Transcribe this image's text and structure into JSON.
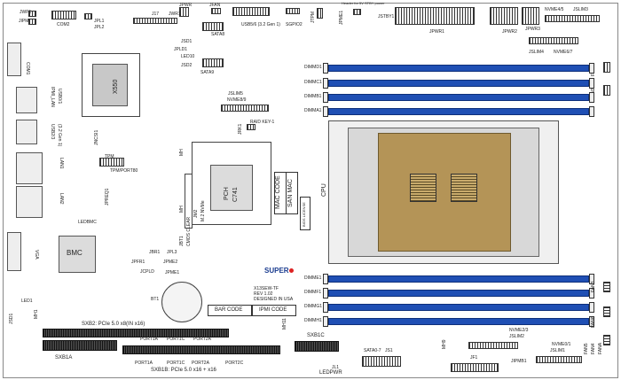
{
  "header": {
    "jpwr_note": "Header for 5V STBY power"
  },
  "rear_io": {
    "jwp": "JWP1",
    "jipmi": "JIPMI",
    "com2": "COM2",
    "jpl1": "JPL1",
    "jpl2": "JPL2",
    "com1": "COM1",
    "ipmi_lan": "IPMI_LAN",
    "usb01": "USB0/1",
    "usb23": "USB2/3",
    "usb_gen": "(3.2 Gen 1)",
    "lan1": "LAN1",
    "lan2": "LAN2",
    "ledbmc": "LEDBMC",
    "vga": "VGA",
    "bmc": "BMC",
    "led1": "LED1",
    "jsd1": "JSD1",
    "mh": "MH1"
  },
  "top": {
    "j17": "J17",
    "jpwr": "JPWR",
    "jwr": "JWR1",
    "jfan": "JFAN",
    "jtpm": "JTPM",
    "usb_header": "USB5/6 (3.2 Gen 1)",
    "sgpio2": "SGPIO2",
    "jpme": "JPME1",
    "jstby": "JSTBY1",
    "jpwr1": "JPWR1",
    "jpwr2": "JPWR2",
    "jpwr3": "JPWR3",
    "nvme45": "NVME4/5",
    "jslim3": "JSLIM3",
    "jslim4": "JSLIM4",
    "nvme67": "NVME6/7",
    "fan1": "FAN1",
    "fan2": "FAN2"
  },
  "center": {
    "x550": "X550",
    "jlpd": "JPLD1",
    "led10": "LED10",
    "sata8": "SATA8",
    "jsd1": "JSD1",
    "jsd2": "JSD2",
    "sata9": "SATA9",
    "jslim5": "JSLIM5",
    "nvme89": "NVME8/9",
    "jrk": "JRK1",
    "raid_key": "RAID KEY-1",
    "jncsi": "JNCSI1",
    "tpm": "TPM",
    "tpm_port": "TPM/PORT80",
    "jpreq": "JPREQ1",
    "mh": "MH",
    "jm2": "JM2",
    "m2": "M.2 NVMe",
    "pch": "PCH",
    "c741": "C741",
    "mac_code": "MAC CODE",
    "san_mac": "SAN MAC",
    "bios_license": "BIOS LICENSE",
    "cpu": "CPU",
    "jbt1": "JBT1",
    "cmos": "CMOS CLEAR",
    "jbr": "JBR1",
    "jpl3": "JPL3",
    "jpme2": "JPME2",
    "jpme1": "JPME1",
    "jcpld": "JCPLD",
    "jpfr": "JPFR1",
    "bt1": "BT1",
    "brand": "SUPER",
    "model": "X13SEW-TF",
    "rev": "REV 1.02",
    "designed": "DESIGNED IN USA",
    "bar_code": "BAR CODE",
    "ipmi_code": "IPMI CODE"
  },
  "dimms": {
    "upper": [
      "DIMMD1",
      "DIMMC1",
      "DIMMB1",
      "DIMMA1"
    ],
    "lower": [
      "DIMME1",
      "DIMMF1",
      "DIMMG1",
      "DIMMH1"
    ]
  },
  "bottom": {
    "sxb2": "SXB2: PCIe 5.0 x8(IN x16)",
    "sxb1a": "SXB1A",
    "port1a": "PORT1A",
    "port1c": "PORT1C",
    "port2a": "PORT2A",
    "port2c": "PORT2C",
    "sxb1b": "SXB1B: PCIe 5.0 x16 + x16",
    "sxb1c": "SXB1C",
    "mh11": "MH11",
    "sata07": "SATA0-7",
    "js1": "JS1",
    "jl1": "JL1",
    "ledpwr": "LEDPWR",
    "nvme23": "NVME2/3",
    "jslim2": "JSLIM2",
    "mh9": "MH9",
    "jf1": "JF1",
    "jipmb": "JIPMB1",
    "nvme01": "NVME0/1",
    "jslim1": "JSLIM1",
    "fan3": "FAN3",
    "fan4": "FAN4",
    "fan5": "FAN5",
    "fan6": "FAN6",
    "fana": "FANA"
  }
}
